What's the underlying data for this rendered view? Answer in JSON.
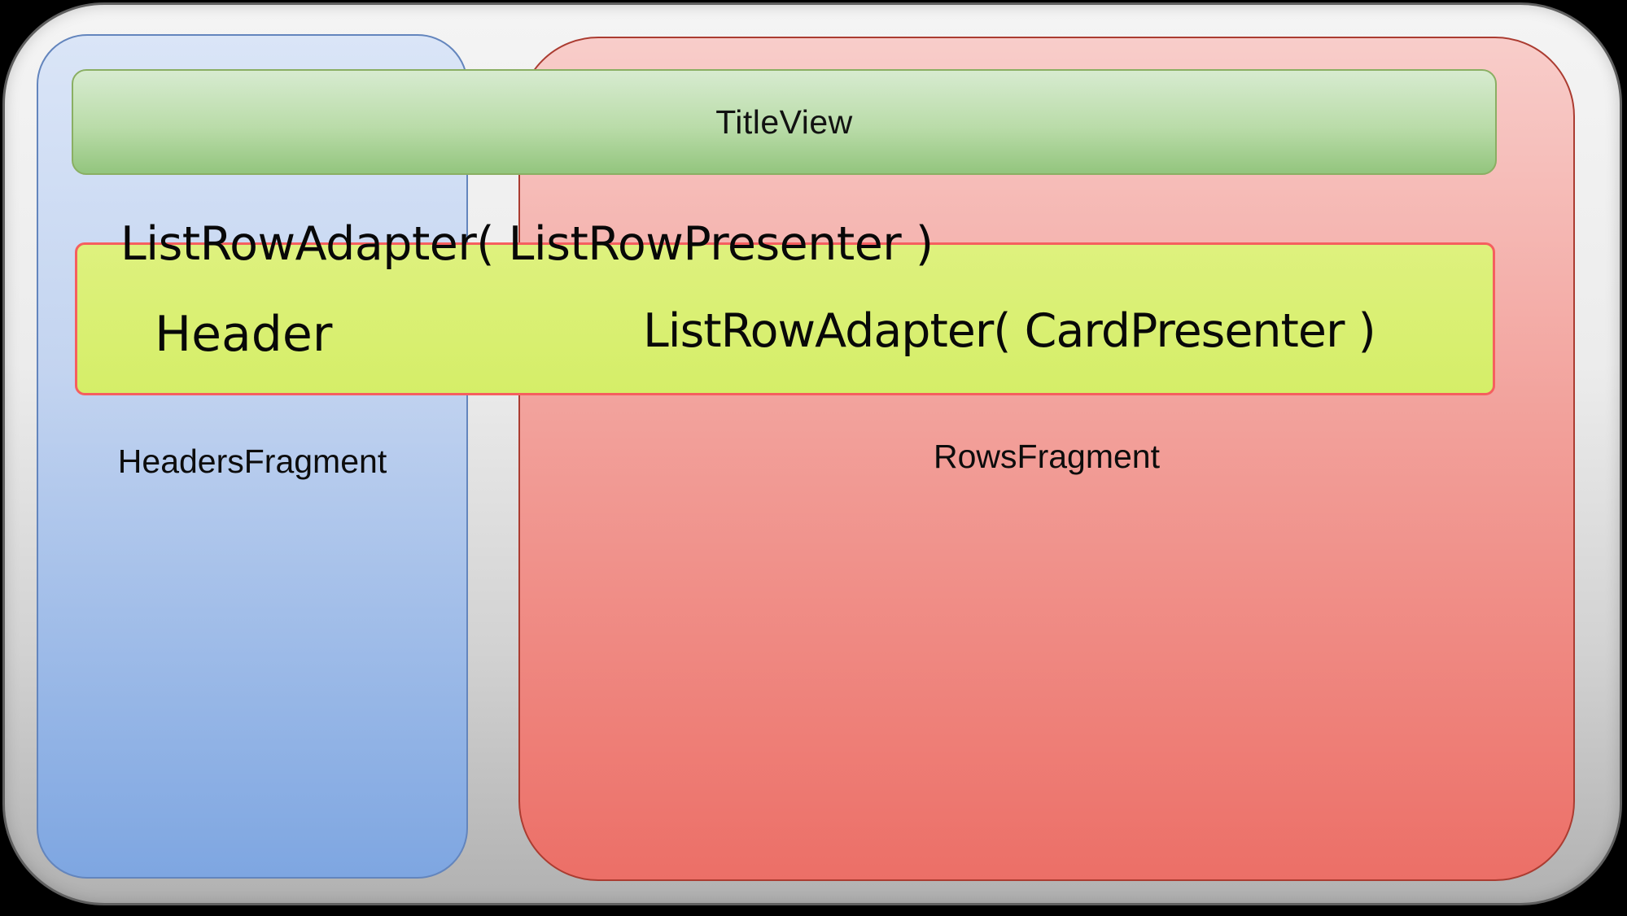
{
  "diagram": {
    "title_view": {
      "label": "TitleView"
    },
    "headers_fragment": {
      "label": "HeadersFragment"
    },
    "rows_fragment": {
      "label": "RowsFragment"
    },
    "adapter_row": {
      "label": "ListRowAdapter( ListRowPresenter )"
    },
    "header_item": {
      "label": "Header"
    },
    "adapter_card": {
      "label": "ListRowAdapter( CardPresenter )"
    },
    "colors": {
      "background": "#000000",
      "frame_top": "#f4f4f4",
      "frame_bottom": "#b1b1b1",
      "headers_top": "#dae5f7",
      "headers_bottom": "#7ea6e1",
      "headers_border": "#6385bd",
      "rows_top": "#f8cdca",
      "rows_bottom": "#ec6f67",
      "rows_border": "#ab3c31",
      "title_top": "#d7ebd0",
      "title_bottom": "#93c57e",
      "title_border": "#8aaf63",
      "adapter_fill": "#d5ee68",
      "adapter_border": "#f55f5f"
    }
  }
}
